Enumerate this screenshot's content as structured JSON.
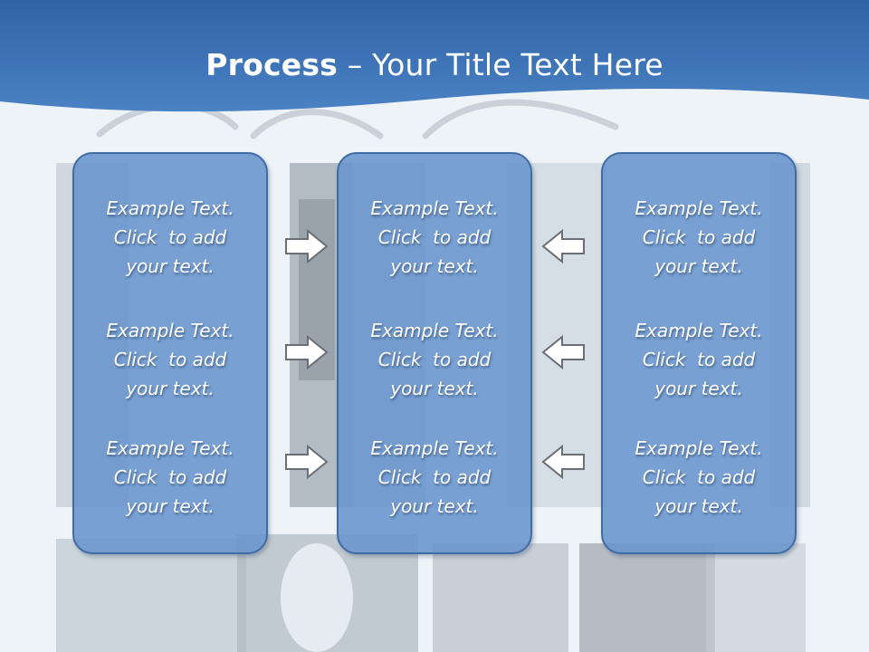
{
  "slide": {
    "title_bold": "Process",
    "title_rest": " – Your Title Text Here",
    "columns": [
      {
        "items": [
          {
            "l1": "Example Text.",
            "l2": "Click  to add",
            "l3": "your text."
          },
          {
            "l1": "Example Text.",
            "l2": "Click  to add",
            "l3": "your text."
          },
          {
            "l1": "Example Text.",
            "l2": "Click  to add",
            "l3": "your text."
          }
        ]
      },
      {
        "items": [
          {
            "l1": "Example Text.",
            "l2": "Click  to add",
            "l3": "your text."
          },
          {
            "l1": "Example Text.",
            "l2": "Click  to add",
            "l3": "your text."
          },
          {
            "l1": "Example Text.",
            "l2": "Click  to add",
            "l3": "your text."
          }
        ]
      },
      {
        "items": [
          {
            "l1": "Example Text.",
            "l2": "Click  to add",
            "l3": "your text."
          },
          {
            "l1": "Example Text.",
            "l2": "Click  to add",
            "l3": "your text."
          },
          {
            "l1": "Example Text.",
            "l2": "Click  to add",
            "l3": "your text."
          }
        ]
      }
    ],
    "arrows": {
      "left_group": "arrow-right-icon",
      "right_group": "arrow-left-icon"
    },
    "colors": {
      "header": "#3b72b5",
      "box_fill": "#6894cd",
      "box_border": "#3f6ca3",
      "text": "#ffffff"
    }
  }
}
